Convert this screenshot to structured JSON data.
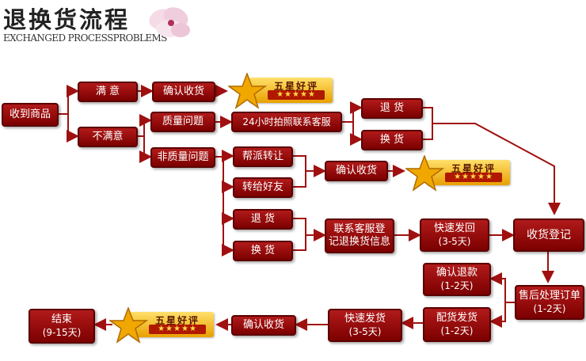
{
  "header": {
    "title": "退换货流程",
    "subtitle": "EXCHANGED PROCESSPROBLEMS"
  },
  "nodes": {
    "receive_goods": "收到商品",
    "satisfied": "满 意",
    "unsatisfied": "不满意",
    "confirm_receipt_1": "确认收货",
    "quality_issue": "质量问题",
    "non_quality_issue": "非质量问题",
    "contact_service_24h": "24小时拍照联系客服",
    "return_1": "退 货",
    "exchange_1": "换 货",
    "help_transfer": "帮派转让",
    "give_friend": "转给好友",
    "confirm_receipt_2": "确认收货",
    "return_2": "退 货",
    "exchange_2": "换 货",
    "contact_register": [
      "联系客服登",
      "记退换货信息"
    ],
    "fast_send_back": [
      "快速发回",
      "(3-5天)"
    ],
    "receive_register": "收货登记",
    "confirm_refund": [
      "确认退款",
      "(1-2天)"
    ],
    "after_sale": [
      "售后处理订单",
      "(1-2天)"
    ],
    "ship_goods": [
      "配货发货",
      "(1-2天)"
    ],
    "fast_ship": [
      "快速发货",
      "(3-5天)"
    ],
    "confirm_receipt_3": "确认收货",
    "end": [
      "结束",
      "(9-15天)"
    ]
  },
  "rating_badge": {
    "label": "五星好评",
    "stars": "★★★★★"
  },
  "colors": {
    "box": "#8b0000",
    "line": "#a01010",
    "badge": "#f5c000"
  }
}
